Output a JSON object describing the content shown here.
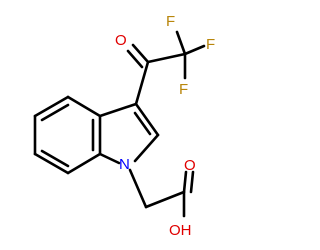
{
  "atoms": {
    "F1": "F",
    "F2": "F",
    "F3": "F",
    "O_ketone": "O",
    "N": "N",
    "O_acid": "O",
    "OH": "OH"
  },
  "colors": {
    "bond": "#000000",
    "oxygen": "#e00000",
    "nitrogen": "#0000ff",
    "fluorine": "#b8860b",
    "background": "#ffffff"
  }
}
